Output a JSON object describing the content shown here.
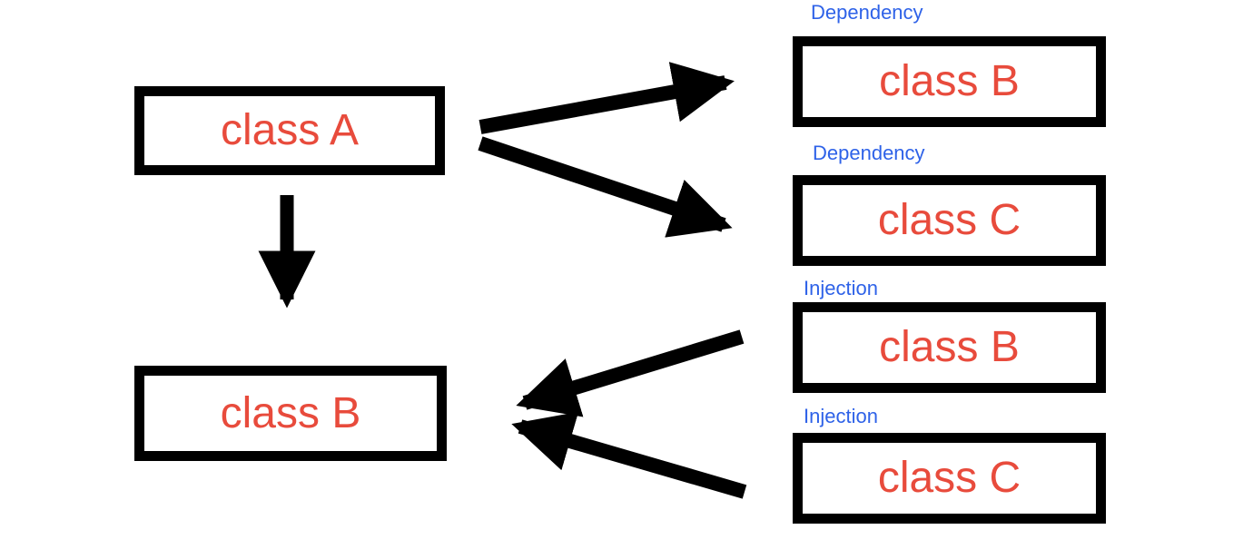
{
  "diagram": {
    "title": "dependency-injection-diagram",
    "left_column": {
      "class_a": {
        "label": "class A"
      },
      "class_b": {
        "label": "class B"
      }
    },
    "right_column": [
      {
        "tag": "Dependency",
        "label": "class B"
      },
      {
        "tag": "Dependency",
        "label": "class C"
      },
      {
        "tag": "Injection",
        "label": "class B"
      },
      {
        "tag": "Injection",
        "label": "class C"
      }
    ],
    "arrows": [
      {
        "name": "class-a-to-class-b-down",
        "from": "class A",
        "to": "class B (left)"
      },
      {
        "name": "class-a-to-dependency-class-b",
        "from": "class A",
        "to": "class B (Dependency)"
      },
      {
        "name": "class-a-to-dependency-class-c",
        "from": "class A",
        "to": "class C (Dependency)"
      },
      {
        "name": "injection-class-b-to-class-b",
        "from": "class B (Injection)",
        "to": "class B (left)"
      },
      {
        "name": "injection-class-c-to-class-b",
        "from": "class C (Injection)",
        "to": "class B (left)"
      }
    ]
  },
  "colors": {
    "class_text": "#E84B3C",
    "tag_text": "#2E62E8",
    "box_border": "#000000",
    "arrow": "#000000",
    "background": "#FFFFFF"
  }
}
